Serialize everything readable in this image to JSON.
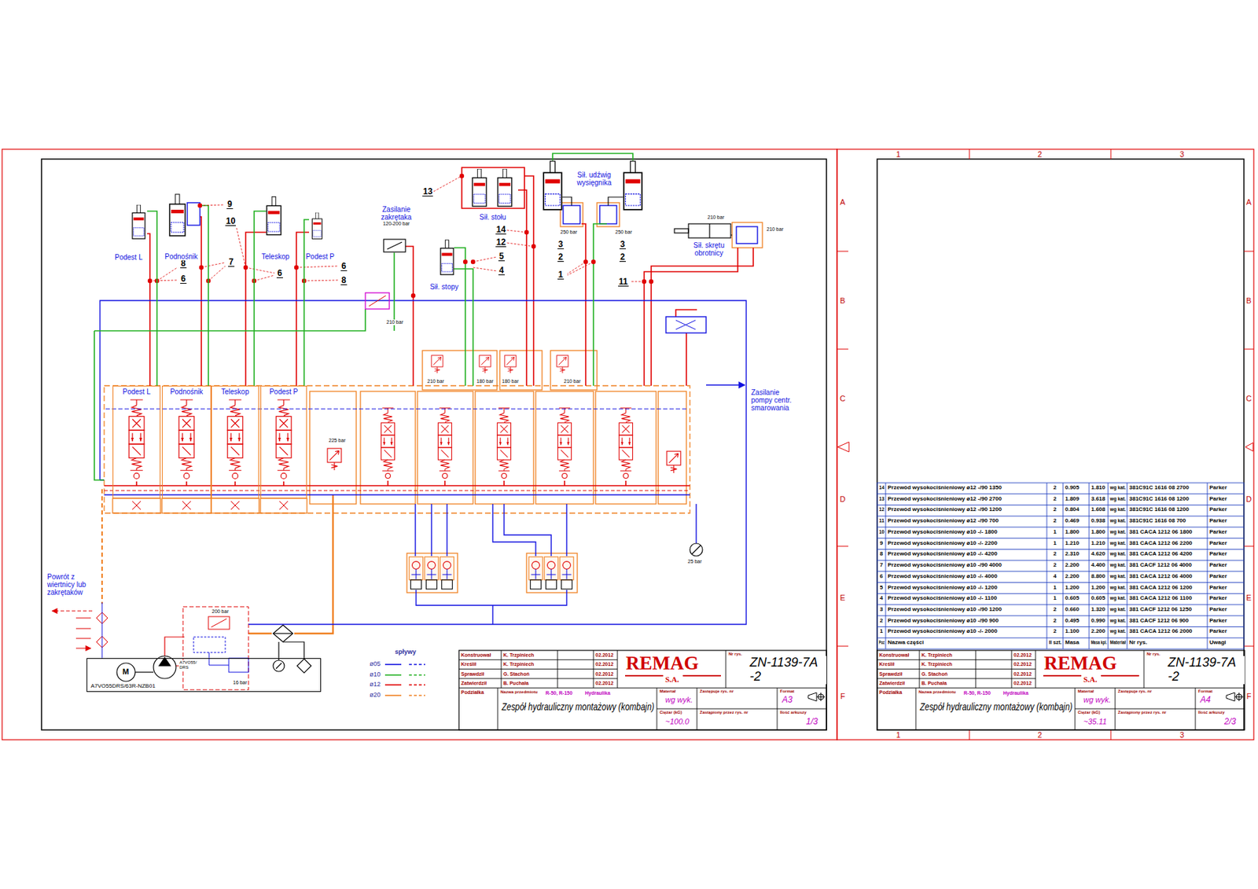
{
  "diagram": {
    "nodes": [
      {
        "text": [
          "Podest L"
        ]
      },
      {
        "text": [
          "Podnośnik"
        ]
      },
      {
        "text": [
          "Teleskop"
        ]
      },
      {
        "text": [
          "Podest P"
        ]
      },
      {
        "text": [
          "Sił. stopy"
        ]
      },
      {
        "text": [
          "Sił. stołu"
        ]
      },
      {
        "text": [
          "Sił. udźwig wysięgnika"
        ]
      },
      {
        "text": [
          "Sił. skrętu obrotnicy"
        ]
      },
      {
        "text": [
          "Zasilanie zakrętaka",
          "120-200 bar"
        ]
      },
      {
        "text": [
          "Podest L"
        ]
      },
      {
        "text": [
          "Podnośnik"
        ]
      },
      {
        "text": [
          "Teleskop"
        ]
      },
      {
        "text": [
          "Podest P"
        ]
      },
      {
        "text": [
          "A7VO55DRS/63R-NZB01"
        ]
      }
    ],
    "edges": [
      {
        "from": 0,
        "to": 9,
        "arrow": "none"
      },
      {
        "from": 1,
        "to": 10,
        "arrow": "none"
      },
      {
        "from": 2,
        "to": 11,
        "arrow": "none"
      },
      {
        "from": 3,
        "to": 12,
        "arrow": "none"
      }
    ],
    "labels": [
      "9",
      "10",
      "8",
      "6",
      "7",
      "6",
      "6",
      "8",
      "13",
      "14",
      "12",
      "5",
      "4",
      "250 bar",
      "250 bar",
      "3",
      "2",
      "3",
      "2",
      "1",
      "11",
      "210 bar",
      "210 bar",
      "210 bar",
      "210 bar",
      "180 bar",
      "180 bar",
      "210 bar",
      "225 bar",
      "Zasilanie pompy centr. smarowania",
      "25 bar",
      "Powrót z wiertnicy lub zakrętaków",
      "200 bar",
      "16 bar",
      "spływy",
      "A7VO55/ DRS",
      "M",
      "Konstruował",
      "K. Trzpiniech",
      "02.2012",
      "Kreślił",
      "K. Trzpiniech",
      "02.2012",
      "Sprawdził",
      "G. Stachoń",
      "02.2012",
      "Zatwierdził",
      "B. Puchała",
      "02.2012",
      "REMAG",
      "S.A.",
      "Nr rys.",
      "ZN-1139-7A -2",
      "Podziałka",
      "Nazwa przedmiotu",
      "R-50, R-150",
      "Hydraulika",
      "Zespół hydrauliczny montażowy (kombajn)",
      "Materiał",
      "wg wyk.",
      "Zastępuje rys. nr",
      "Format",
      "A3",
      "Ciężar (kG)",
      "~100.0",
      "Zastąpiony przez rys. nr",
      "Ilość arkuszy",
      "1/3",
      "Konstruował",
      "K. Trzpiniech",
      "02.2012",
      "Kreślił",
      "K. Trzpiniech",
      "02.2012",
      "Sprawdził",
      "G. Stachoń",
      "02.2012",
      "Zatwierdził",
      "B. Puchała",
      "02.2012",
      "REMAG",
      "S.A.",
      "Nr rys.",
      "ZN-1139-7A -2",
      "Podziałka",
      "Nazwa przedmiotu",
      "R-50, R-150",
      "Hydraulika",
      "Zespół hydrauliczny montażowy (kombajn)",
      "Materiał",
      "wg wyk.",
      "Zastępuje rys. nr",
      "Format",
      "A4",
      "Ciężar (kG)",
      "~35.11",
      "Zastąpiony przez rys. nr",
      "Ilość arkuszy",
      "2/3",
      "14",
      "Przewód wysokociśnieniowy ø12 -/90 1350",
      "2",
      "0.905",
      "1.810",
      "wg kat.",
      "381C91C 1616 08 2700",
      "Parker",
      "13",
      "Przewód wysokociśnieniowy ø12 -/90 2700",
      "2",
      "1.809",
      "3.618",
      "wg kat.",
      "381C91C 1616 08 1200",
      "Parker",
      "12",
      "Przewód wysokociśnieniowy ø12 -/90 1200",
      "2",
      "0.804",
      "1.608",
      "wg kat.",
      "381C91C 1616 08 1200",
      "Parker",
      "11",
      "Przewód wysokociśnieniowy ø12 -/90 700",
      "2",
      "0.469",
      "0.938",
      "wg kat.",
      "381C91C 1616 08 700",
      "Parker",
      "10",
      "Przewód wysokociśnieniowy ø10 -/- 1800",
      "1",
      "1.800",
      "1.800",
      "wg kat.",
      "381 CACA 1212 06 1800",
      "Parker",
      "9",
      "Przewód wysokociśnieniowy ø10 -/- 2200",
      "1",
      "1.210",
      "1.210",
      "wg kat.",
      "381 CACA 1212 06 2200",
      "Parker",
      "8",
      "Przewód wysokociśnieniowy ø10 -/- 4200",
      "2",
      "2.310",
      "4.620",
      "wg kat.",
      "381 CACA 1212 06 4200",
      "Parker",
      "7",
      "Przewód wysokociśnieniowy ø10 -/90 4000",
      "2",
      "2.200",
      "4.400",
      "wg kat.",
      "381 CACF 1212 06 4000",
      "Parker",
      "6",
      "Przewód wysokociśnieniowy ø10 -/- 4000",
      "4",
      "2.200",
      "8.800",
      "wg kat.",
      "381 CACA 1212 06 4000",
      "Parker",
      "5",
      "Przewód wysokociśnieniowy ø10 -/- 1200",
      "1",
      "1.200",
      "1.200",
      "wg kat.",
      "381 CACA 1212 06 1200",
      "Parker",
      "4",
      "Przewód wysokociśnieniowy ø10 -/- 1100",
      "1",
      "0.605",
      "0.605",
      "wg kat.",
      "381 CACA 1212 06 1100",
      "Parker",
      "3",
      "Przewód wysokociśnieniowy ø10 -/90 1200",
      "2",
      "0.660",
      "1.320",
      "wg kat.",
      "381 CACF 1212 06 1250",
      "Parker",
      "2",
      "Przewód wysokociśnieniowy ø10 -/90 900",
      "2",
      "0.495",
      "0.990",
      "wg kat.",
      "381 CACF 1212 06 900",
      "Parker",
      "1",
      "Przewód wysokociśnieniowy ø10 -/- 2000",
      "2",
      "1.100",
      "2.200",
      "wg kat.",
      "381 CACA 1212 06 2000",
      "Parker",
      "Poz",
      "Nazwa części",
      "Il szt.",
      "Masa",
      "Masa kpl.",
      "Materiał",
      "Nr rys.",
      "Uwagi",
      "1",
      "2",
      "3",
      "A",
      "B",
      "C",
      "D",
      "E",
      "F",
      "A",
      "B",
      "C",
      "D",
      "E",
      "F",
      "1",
      "2",
      "3"
    ],
    "legend": [
      {
        "text": "ø05"
      },
      {
        "text": "ø10"
      },
      {
        "text": "ø12"
      },
      {
        "text": "ø20"
      }
    ]
  }
}
